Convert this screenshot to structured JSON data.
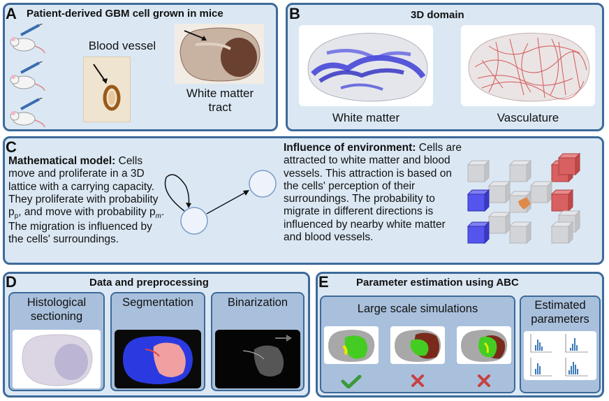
{
  "panelA": {
    "letter": "A",
    "title": "Patient-derived GBM cell grown in mice",
    "blood_vessel_label": "Blood vessel",
    "white_matter_tract_label": "White matter tract"
  },
  "panelB": {
    "letter": "B",
    "title": "3D domain",
    "white_matter_label": "White matter",
    "vasculature_label": "Vasculature"
  },
  "panelC": {
    "letter": "C",
    "model_heading": "Mathematical model:",
    "model_text_1": " Cells move and proliferate in a 3D lattice with a carrying capacity. They proliferate with probability p",
    "model_sub_p": "p",
    "model_text_2": ", and move with probability p",
    "model_sub_m": "m",
    "model_text_3": ". The migration is influenced by the cells' surroundings.",
    "env_heading": "Influence of environment:",
    "env_text": " Cells are attracted to white matter and blood vessels. This attraction is based on the cells' perception of their surroundings. The probability to migrate in different directions is influenced by nearby white matter and blood vessels."
  },
  "panelD": {
    "letter": "D",
    "title": "Data and preprocessing",
    "histo_label": "Histological sectioning",
    "seg_label": "Segmentation",
    "bin_label": "Binarization"
  },
  "panelE": {
    "letter": "E",
    "title": "Parameter estimation using ABC",
    "sim_label": "Large scale simulations",
    "est_label": "Estimated parameters",
    "results": [
      "accepted",
      "rejected",
      "rejected"
    ]
  },
  "colors": {
    "panel_border": "#3d6a9a",
    "panel_fill": "#dbe8f4",
    "sub_fill": "#a9c0dc",
    "white_matter": "#3d3dd6",
    "vasculature": "#d04040",
    "check": "#3a9a3a",
    "cross": "#c84040"
  }
}
